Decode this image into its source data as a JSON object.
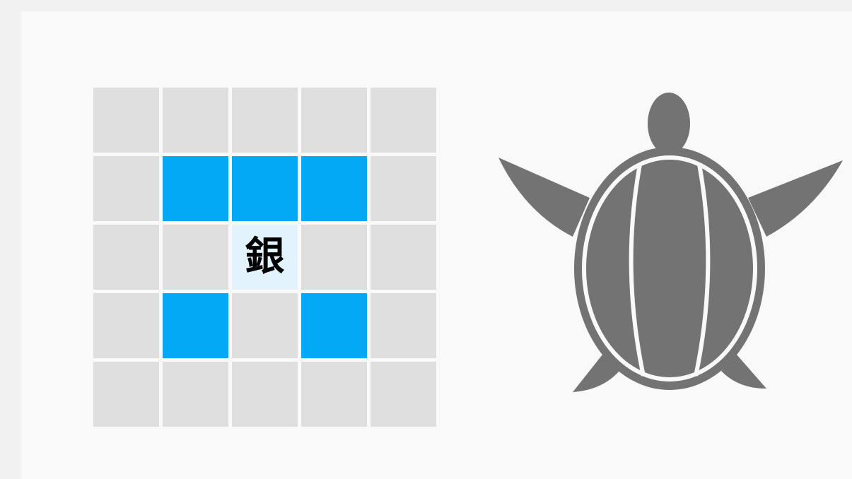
{
  "board": {
    "rows": 5,
    "cols": 5,
    "piece": {
      "label": "銀",
      "row": 2,
      "col": 2
    },
    "move_cells": [
      [
        1,
        1
      ],
      [
        1,
        2
      ],
      [
        1,
        3
      ],
      [
        3,
        1
      ],
      [
        3,
        3
      ]
    ]
  },
  "colors": {
    "empty_cell": "#dedede",
    "move_cell": "#03a9f4",
    "piece_cell": "#e3f3fc",
    "turtle": "#737373",
    "background": "#f9f9f9"
  },
  "illustration": {
    "icon": "sea-turtle-icon"
  }
}
